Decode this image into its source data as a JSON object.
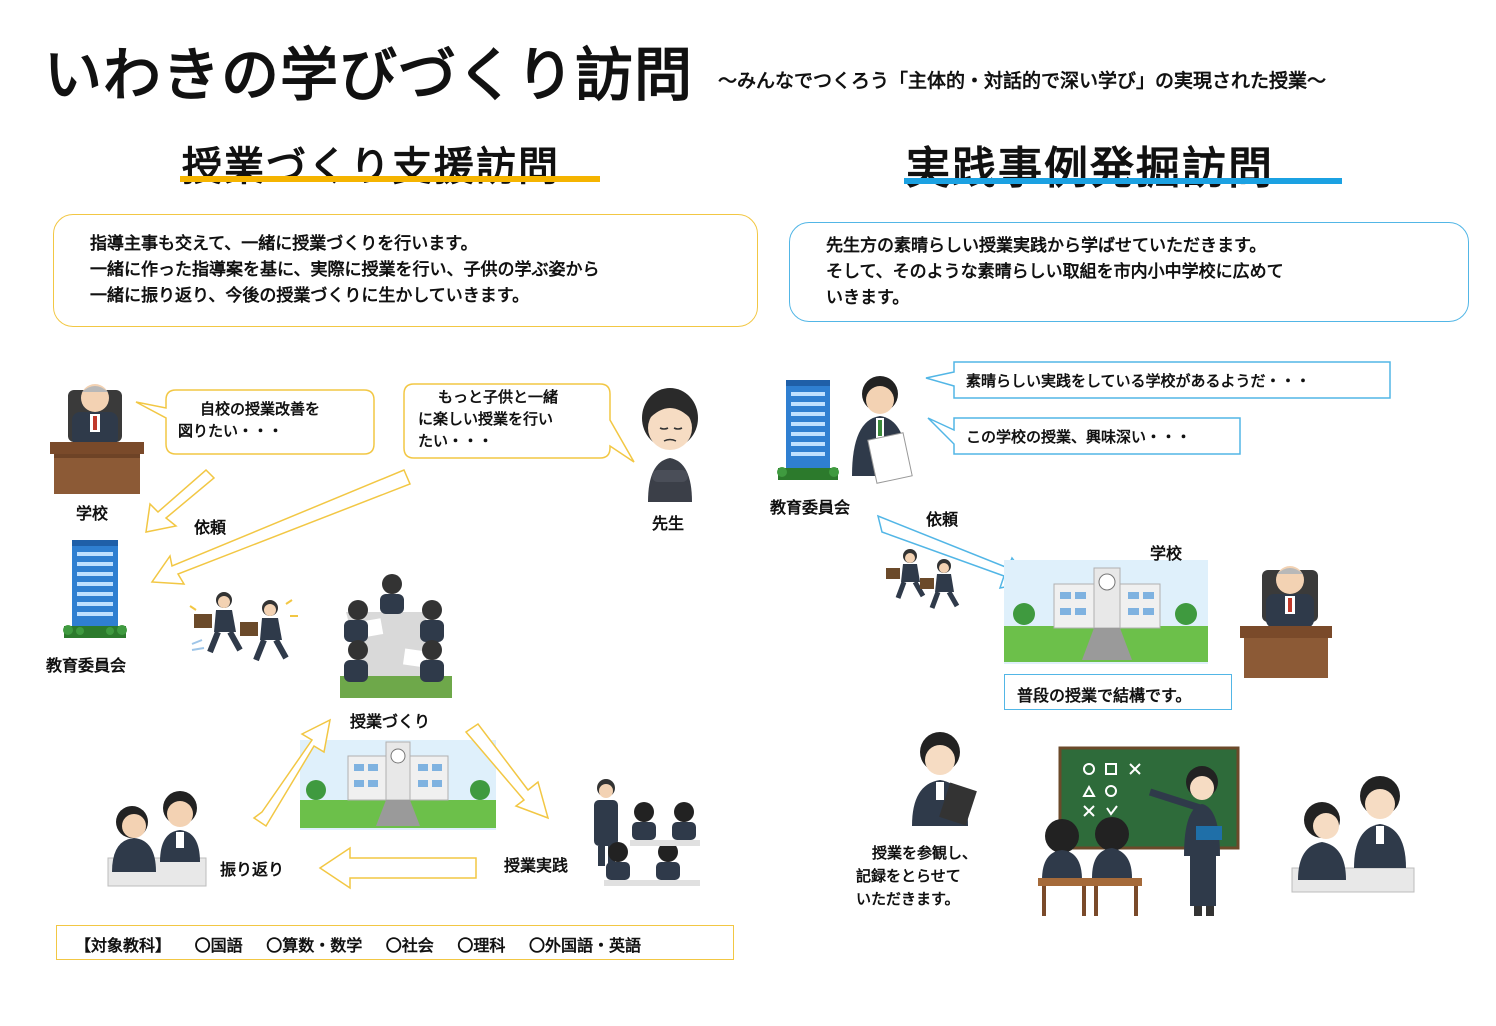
{
  "header": {
    "title": "いわきの学びづくり訪問",
    "subtitle": "～みんなでつくろう「主体的・対話的で深い学び」の実現された授業～"
  },
  "left": {
    "title": "授業づくり支援訪問",
    "description": [
      "指導主事も交えて、一緒に授業づくりを行います。",
      "一緒に作った指導案を基に、実際に授業を行い、子供の学ぶ姿から",
      "一緒に振り返り、今後の授業づくりに生かしていきます。"
    ],
    "school_bubble": [
      "自校の授業改善を",
      "図りたい・・・"
    ],
    "teacher_bubble": [
      "もっと子供と一緒",
      "に楽しい授業を行い",
      "たい・・・"
    ],
    "labels": {
      "school": "学校",
      "request": "依頼",
      "teacher": "先生",
      "board": "教育委員会",
      "planning": "授業づくり",
      "practice": "授業実践",
      "reflection": "振り返り"
    },
    "subjects_title": "【対象教科】",
    "subjects": [
      "〇国語",
      "〇算数・数学",
      "〇社会",
      "〇理科",
      "〇外国語・英語"
    ]
  },
  "right": {
    "title": "実践事例発掘訪問",
    "description": [
      "先生方の素晴らしい授業実践から学ばせていただきます。",
      "そして、そのような素晴らしい取組を市内小中学校に広めて",
      "いきます。"
    ],
    "bubble1": "素晴らしい実践をしている学校があるようだ・・・",
    "bubble2": "この学校の授業、興味深い・・・",
    "labels": {
      "board": "教育委員会",
      "request": "依頼",
      "school": "学校"
    },
    "principal_reply": "普段の授業で結構です。",
    "observe_note": [
      "授業を参観し、",
      "記録をとらせて",
      "いただきます。"
    ]
  },
  "colors": {
    "yellow_accent": "#f5b400",
    "yellow_border": "#f2c744",
    "blue_accent": "#1ba1e2",
    "blue_border": "#52b6e6",
    "building_blue": "#2f7fd1",
    "grass_green": "#5fbf3f",
    "board_green": "#2e6b3a"
  },
  "icons": [
    "principal-icon",
    "teacher-icon",
    "office-building-icon",
    "running-staff-icon",
    "meeting-icon",
    "school-building-icon",
    "discussion-icon",
    "classroom-icon",
    "blackboard-icon",
    "observer-icon",
    "official-icon"
  ]
}
